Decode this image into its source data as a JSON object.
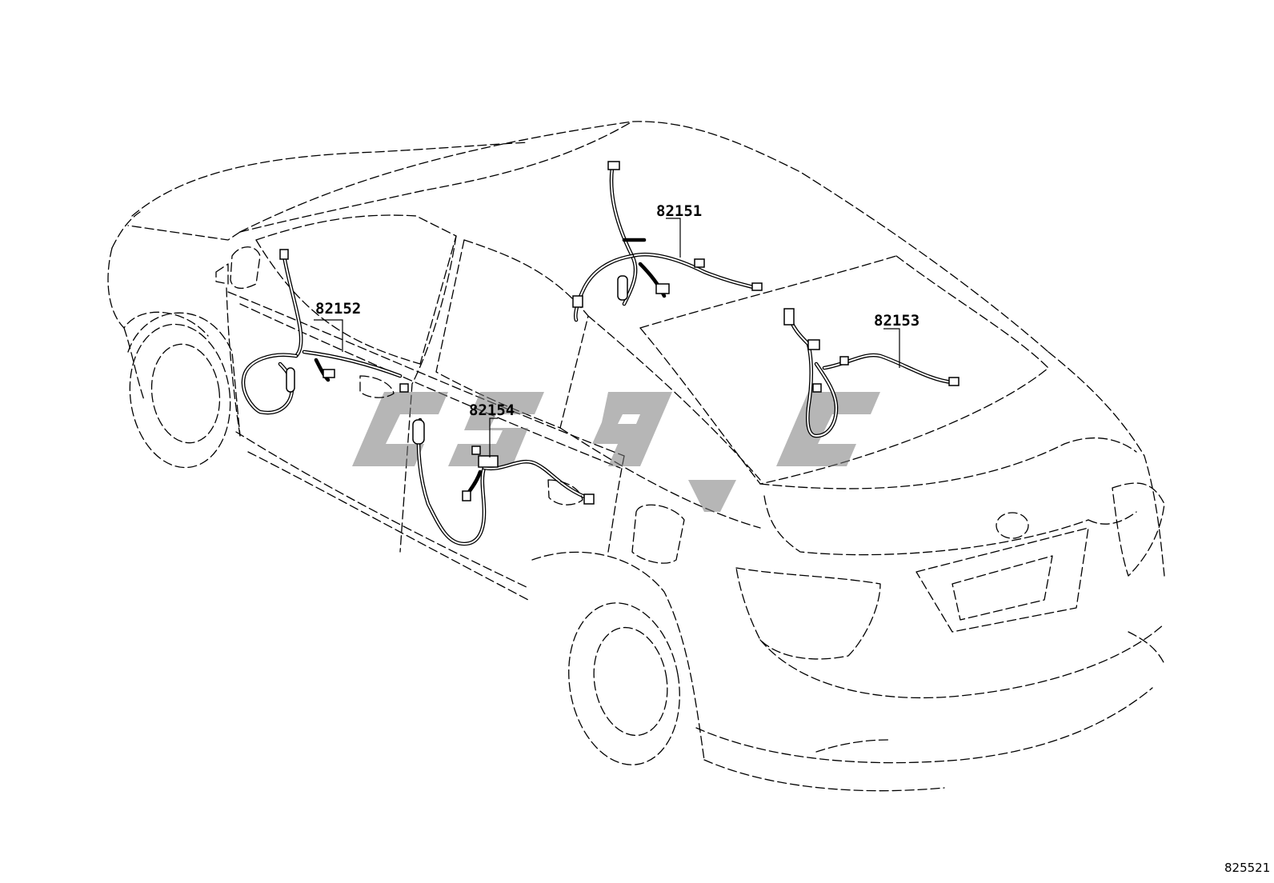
{
  "diagram": {
    "part_labels": [
      {
        "id": "82151",
        "text": "82151"
      },
      {
        "id": "82152",
        "text": "82152"
      },
      {
        "id": "82153",
        "text": "82153"
      },
      {
        "id": "82154",
        "text": "82154"
      }
    ],
    "reference_code": "825521",
    "icons": {
      "car": "car-outline-icon",
      "watermark": "watermark-logo"
    },
    "colors": {
      "line": "#000000",
      "background": "#ffffff",
      "watermark": "#7a7a7a"
    }
  }
}
